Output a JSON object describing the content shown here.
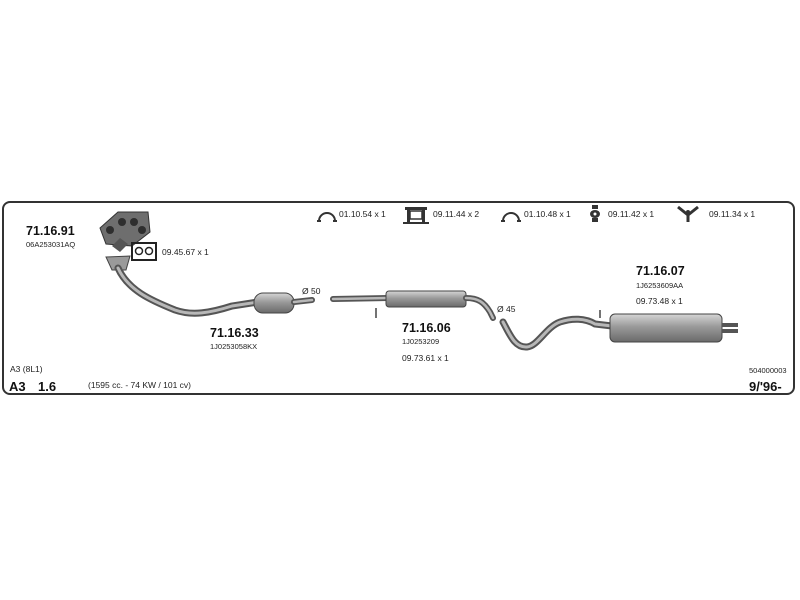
{
  "accessories": [
    {
      "icon": "clamp-icon",
      "label": "01.10.54 x 1"
    },
    {
      "icon": "hanger-bracket-icon",
      "label": "09.11.44 x 2"
    },
    {
      "icon": "clamp-icon",
      "label": "01.10.48 x 1"
    },
    {
      "icon": "rubber-mount-icon",
      "label": "09.11.42 x 1"
    },
    {
      "icon": "rubber-hanger-icon",
      "label": "09.11.34 x 1"
    }
  ],
  "parts": {
    "manifold": {
      "number": "71.16.91",
      "oem": "06A253031AQ"
    },
    "gasket": {
      "label": "09.45.67 x 1"
    },
    "catalyst": {
      "number": "71.16.33",
      "oem": "1J0253058KX"
    },
    "middle": {
      "number": "71.16.06",
      "oem": "1J0253209",
      "extra": "09.73.61 x 1"
    },
    "rear": {
      "number": "71.16.07",
      "oem": "1J6253609AA",
      "extra": "09.73.48 x 1"
    }
  },
  "diameters": {
    "d1": "Ø 50",
    "d2": "Ø 45"
  },
  "vehicle": {
    "model_code": "A3 (8L1)",
    "model": "A3",
    "engine": "1.6",
    "spec": "(1595 cc. - 74 KW / 101 cv)",
    "catalog_number": "504000003",
    "date": "9/'96-"
  }
}
